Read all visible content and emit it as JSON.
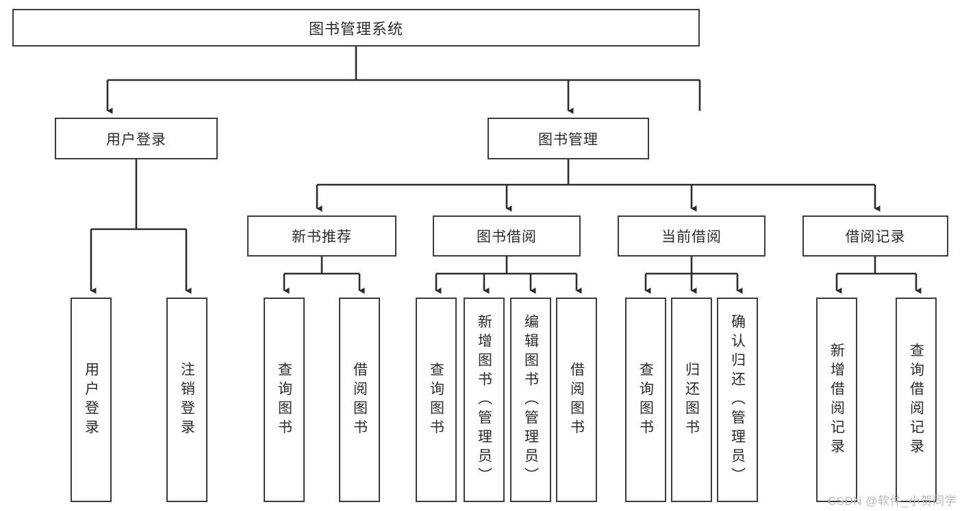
{
  "diagram": {
    "type": "tree-hierarchy-chart",
    "title": "图书管理系统",
    "orientation": "top-down",
    "colors": {
      "box_border": "#3b3b3b",
      "box_fill": "#ffffff",
      "edge": "#2b2b2b",
      "text": "#2b2b2b",
      "watermark": "#b9b9b9"
    }
  },
  "nodes": {
    "root": {
      "label": "图书管理系统",
      "level": 0
    },
    "level1": [
      {
        "id": "user-login",
        "label": "用户登录"
      },
      {
        "id": "book-management",
        "label": "图书管理"
      }
    ],
    "level2": [
      {
        "id": "new-book-recommend",
        "label": "新书推荐",
        "parent": "book-management"
      },
      {
        "id": "book-borrow",
        "label": "图书借阅",
        "parent": "book-management"
      },
      {
        "id": "current-borrow",
        "label": "当前借阅",
        "parent": "book-management"
      },
      {
        "id": "borrow-record",
        "label": "借阅记录",
        "parent": "book-management"
      }
    ],
    "leaves": {
      "user-login": [
        {
          "id": "leaf-user-login",
          "label": "用户登录"
        },
        {
          "id": "leaf-user-logout",
          "label": "注销登录"
        }
      ],
      "new-book-recommend": [
        {
          "id": "leaf-query-book-1",
          "label": "查询图书"
        },
        {
          "id": "leaf-borrow-book-1",
          "label": "借阅图书"
        }
      ],
      "book-borrow": [
        {
          "id": "leaf-query-book-2",
          "label": "查询图书"
        },
        {
          "id": "leaf-add-book",
          "label": "新增图书（管理员）"
        },
        {
          "id": "leaf-edit-book",
          "label": "编辑图书（管理员）"
        },
        {
          "id": "leaf-borrow-book-2",
          "label": "借阅图书"
        }
      ],
      "current-borrow": [
        {
          "id": "leaf-query-book-3",
          "label": "查询图书"
        },
        {
          "id": "leaf-return-book",
          "label": "归还图书"
        },
        {
          "id": "leaf-confirm-return",
          "label": "确认归还（管理员）"
        }
      ],
      "borrow-record": [
        {
          "id": "leaf-add-record",
          "label": "新增借阅记录"
        },
        {
          "id": "leaf-query-record",
          "label": "查询借阅记录"
        }
      ]
    }
  },
  "watermark": {
    "text": "CSDN @软件_小贺同学"
  }
}
